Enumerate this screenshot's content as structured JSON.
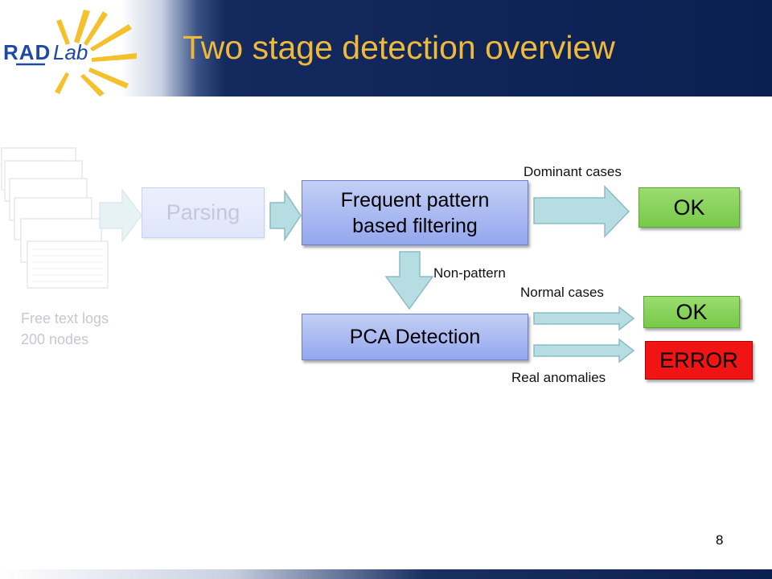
{
  "slide": {
    "title": "Two stage detection overview",
    "page_number": "8",
    "logo_text": "RAD Lab"
  },
  "diagram": {
    "logs": {
      "line1": "Free text logs",
      "line2": "200 nodes"
    },
    "parsing": {
      "label": "Parsing"
    },
    "filter": {
      "line1": "Frequent pattern",
      "line2": "based filtering"
    },
    "pca": {
      "label": "PCA Detection"
    },
    "ok_top": {
      "label": "OK"
    },
    "ok_normal": {
      "label": "OK"
    },
    "error": {
      "label": "ERROR"
    },
    "edge_labels": {
      "dominant": "Dominant cases",
      "non_pattern": "Non-pattern",
      "normal": "Normal cases",
      "real": "Real anomalies"
    }
  },
  "colors": {
    "title": "#f0b93a",
    "header_bg": "#0b2050",
    "box_blue": "#93a7ee",
    "box_green": "#77c948",
    "box_red": "#f01414",
    "arrow_fill": "#b6dde2"
  }
}
